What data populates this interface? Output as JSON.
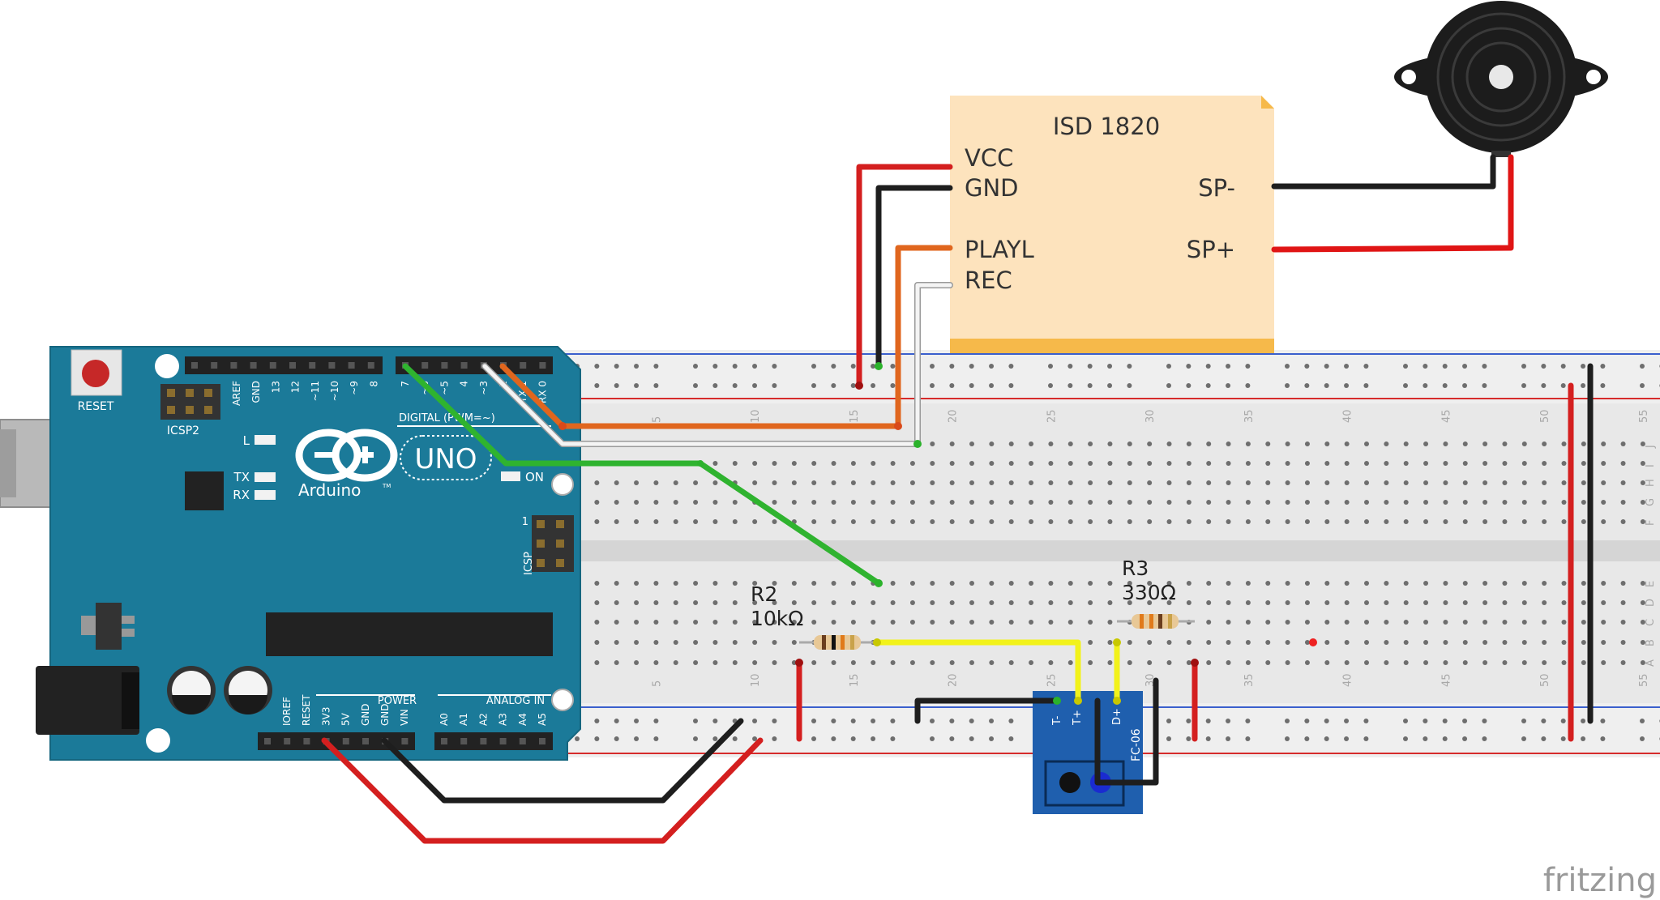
{
  "module": {
    "title": "ISD 1820",
    "pins_left": [
      "VCC",
      "GND",
      "PLAYL",
      "REC"
    ],
    "pins_right": [
      "SP-",
      "SP+"
    ],
    "fill_color": "#fde3bd",
    "border_color": "#f6b94a"
  },
  "arduino": {
    "reset_label": "RESET",
    "icsp2_label": "ICSP2",
    "icsp_label": "ICSP",
    "l_label": "L",
    "tx_label": "TX",
    "rx_label": "RX",
    "on_label": "ON",
    "brand": "Arduino",
    "tm": "TM",
    "model": "UNO",
    "digital_label": "DIGITAL (PWM=~)",
    "power_label": "POWER",
    "analog_label": "ANALOG IN",
    "top_header_labels": [
      "AREF",
      "GND",
      "13",
      "12",
      "~11",
      "~10",
      "~9",
      "8"
    ],
    "digital_header_labels": [
      "7",
      "~6",
      "~5",
      "4",
      "~3",
      "2",
      "TX 1",
      "RX 0"
    ],
    "power_header_labels": [
      "IOREF",
      "RESET",
      "3V3",
      "5V",
      "GND",
      "GND",
      "VIN"
    ],
    "analog_header_labels": [
      "A0",
      "A1",
      "A2",
      "A3",
      "A4",
      "A5"
    ],
    "icsp_pin_number": "1",
    "board_color": "#1b7a99"
  },
  "breadboard": {
    "column_numbers": [
      "5",
      "10",
      "15",
      "20",
      "25",
      "30",
      "35",
      "40",
      "45",
      "50",
      "55"
    ],
    "row_letters_top": [
      "J",
      "I",
      "H",
      "G",
      "F"
    ],
    "row_letters_bottom": [
      "E",
      "D",
      "C",
      "B",
      "A"
    ]
  },
  "resistors": [
    {
      "name": "R2",
      "value": "10kΩ"
    },
    {
      "name": "R3",
      "value": "330Ω"
    }
  ],
  "sensor": {
    "model": "FC-06",
    "pins": [
      "T-",
      "T+",
      "D+"
    ]
  },
  "wire_colors": {
    "red": "#d41f1f",
    "black": "#1e1e1e",
    "orange": "#e0661e",
    "white": "#f4f4f4",
    "green": "#2fb32f",
    "yellow": "#f2f21a"
  },
  "watermark": "fritzing"
}
